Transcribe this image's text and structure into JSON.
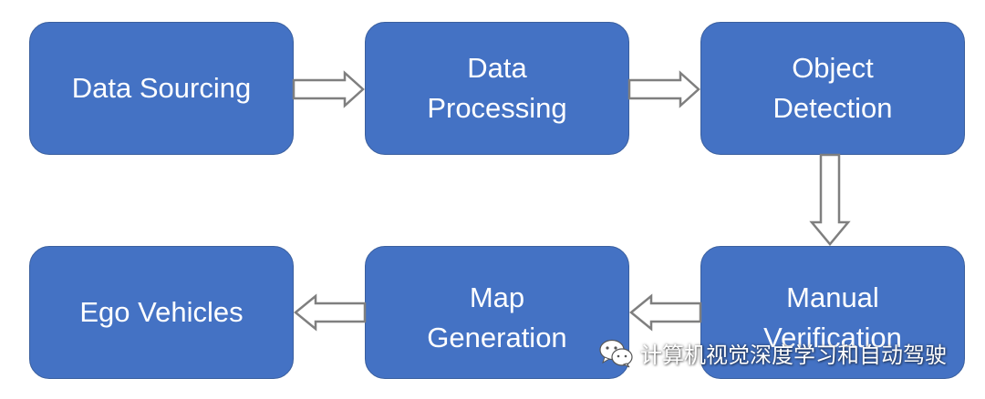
{
  "diagram": {
    "nodes": [
      {
        "id": "data-sourcing",
        "label": "Data Sourcing"
      },
      {
        "id": "data-processing",
        "label": "Data\nProcessing"
      },
      {
        "id": "object-detection",
        "label": "Object\nDetection"
      },
      {
        "id": "manual-verification",
        "label": "Manual\nVerification"
      },
      {
        "id": "map-generation",
        "label": "Map\nGeneration"
      },
      {
        "id": "ego-vehicles",
        "label": "Ego Vehicles"
      }
    ],
    "edges": [
      {
        "from": "data-sourcing",
        "to": "data-processing"
      },
      {
        "from": "data-processing",
        "to": "object-detection"
      },
      {
        "from": "object-detection",
        "to": "manual-verification"
      },
      {
        "from": "manual-verification",
        "to": "map-generation"
      },
      {
        "from": "map-generation",
        "to": "ego-vehicles"
      }
    ],
    "colors": {
      "box_fill": "#4472c4",
      "box_text": "#ffffff",
      "arrow_fill": "#ffffff",
      "arrow_stroke": "#7f7f7f"
    }
  },
  "watermark": {
    "text": "计算机视觉深度学习和自动驾驶",
    "icon": "wechat-icon"
  }
}
